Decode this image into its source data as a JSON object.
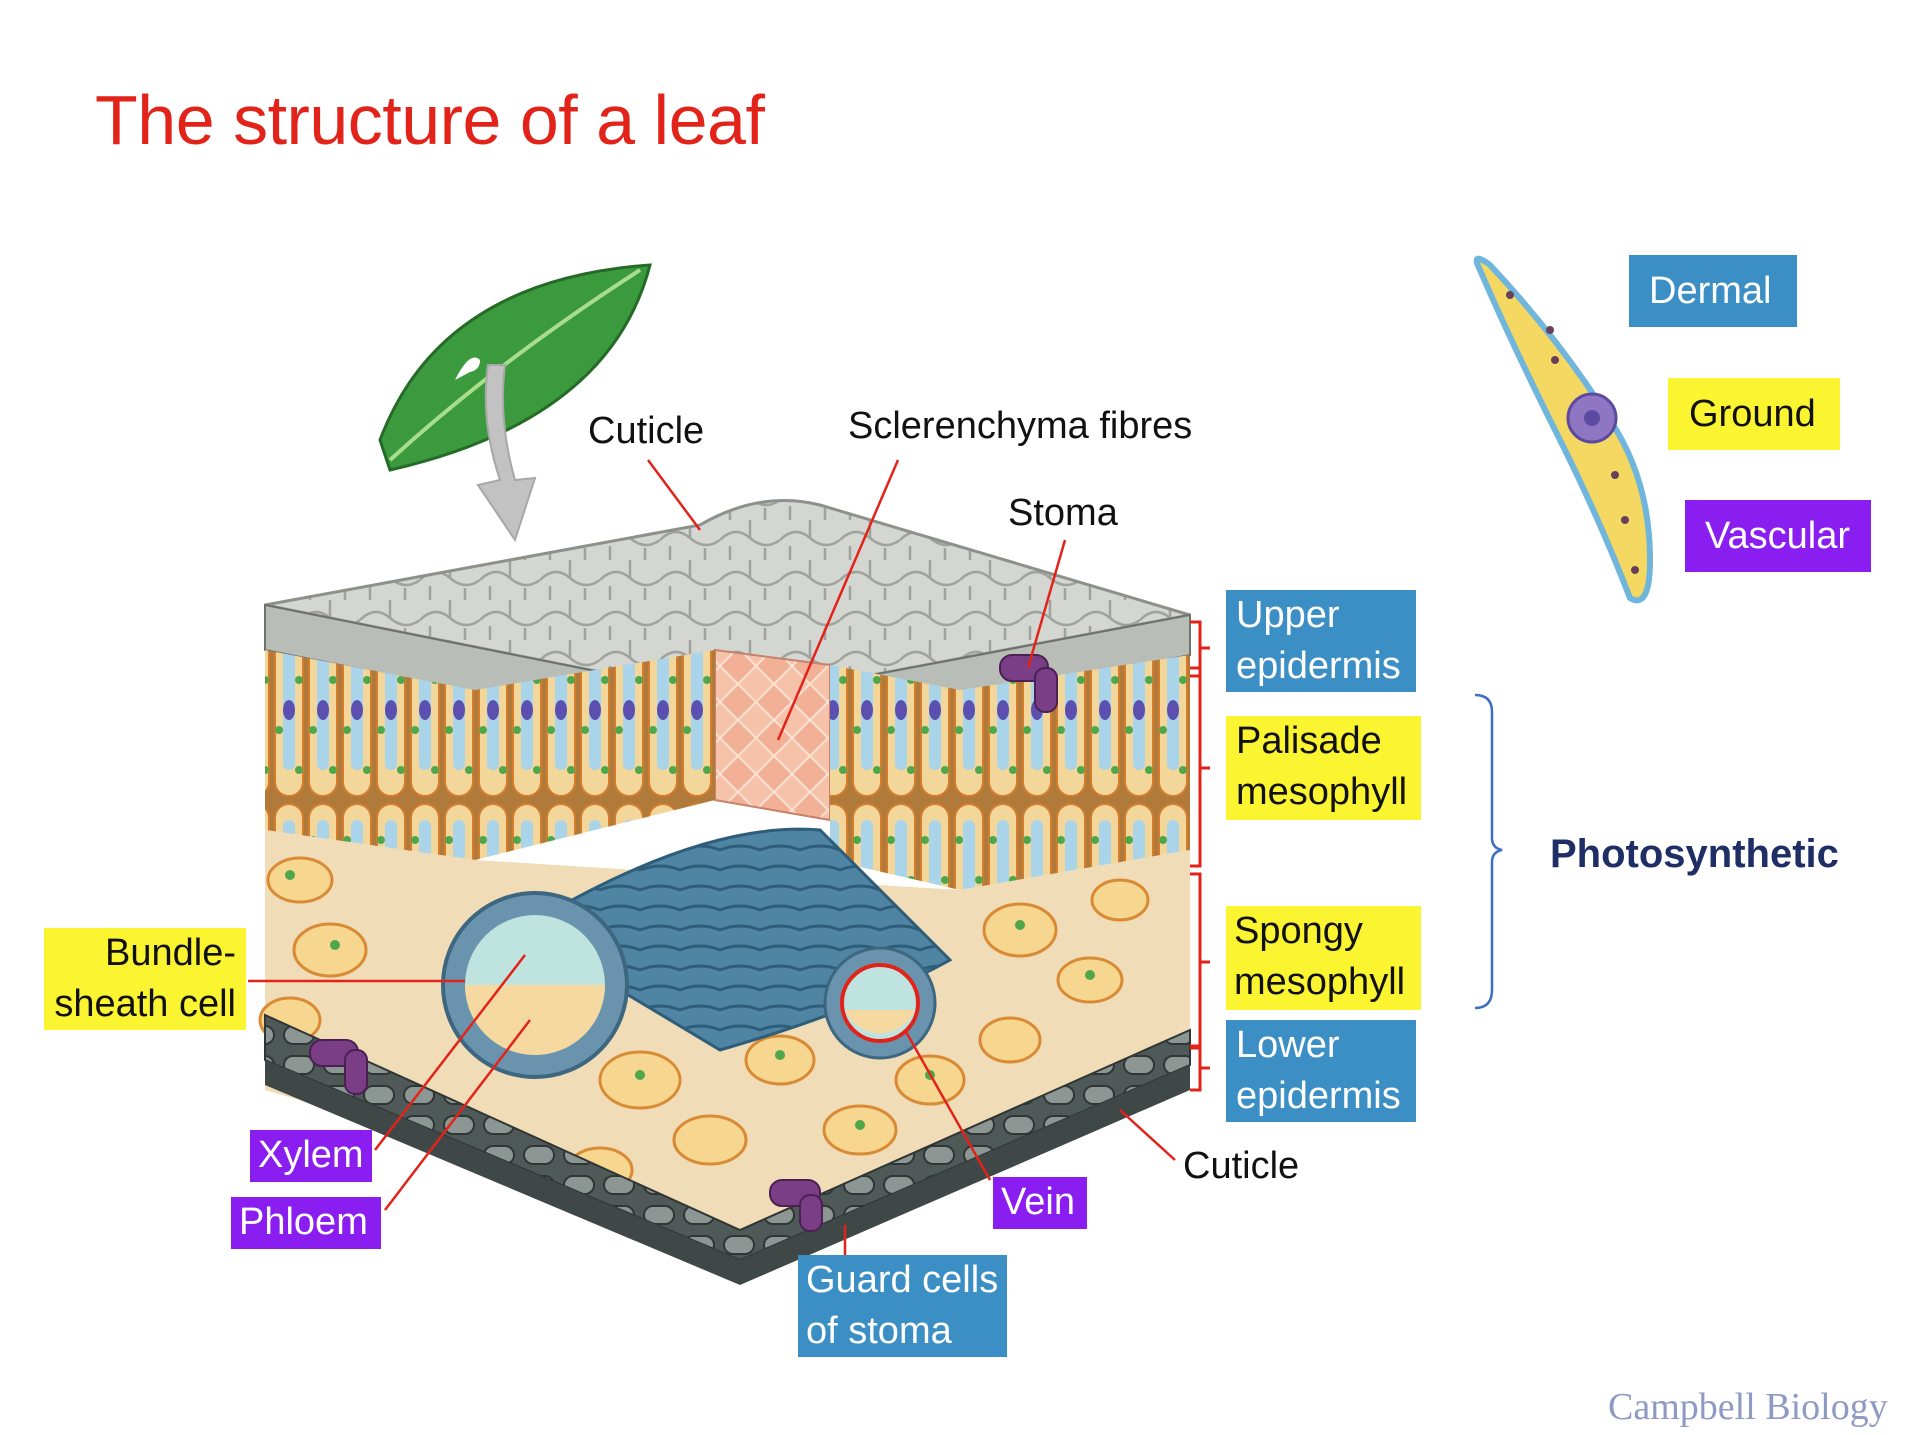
{
  "title": "The structure of a leaf",
  "labels": {
    "cuticle_top": "Cuticle",
    "sclerenchyma": "Sclerenchyma fibres",
    "stoma": "Stoma",
    "cuticle_bottom": "Cuticle"
  },
  "tissue_boxes": {
    "upper_epidermis": [
      "Upper",
      "epidermis"
    ],
    "palisade": [
      "Palisade",
      "mesophyll"
    ],
    "spongy": [
      "Spongy",
      "mesophyll"
    ],
    "lower_epidermis": [
      "Lower",
      "epidermis"
    ],
    "bundle_sheath": [
      "Bundle-",
      "sheath cell"
    ],
    "xylem": "Xylem",
    "phloem": "Phloem",
    "vein": "Vein",
    "guard_cells": [
      "Guard cells",
      "of stoma"
    ]
  },
  "legend": {
    "dermal": "Dermal",
    "ground": "Ground",
    "vascular": "Vascular"
  },
  "photosynthetic": "Photosynthetic",
  "credit": "Campbell Biology",
  "colors": {
    "title": "#e2231a",
    "dermal": "#3b8fc4",
    "ground": "#fbf431",
    "vascular": "#8a1ef0",
    "bracket": "#e2231a",
    "photosynthetic_bracket": "#3b6ec4"
  }
}
